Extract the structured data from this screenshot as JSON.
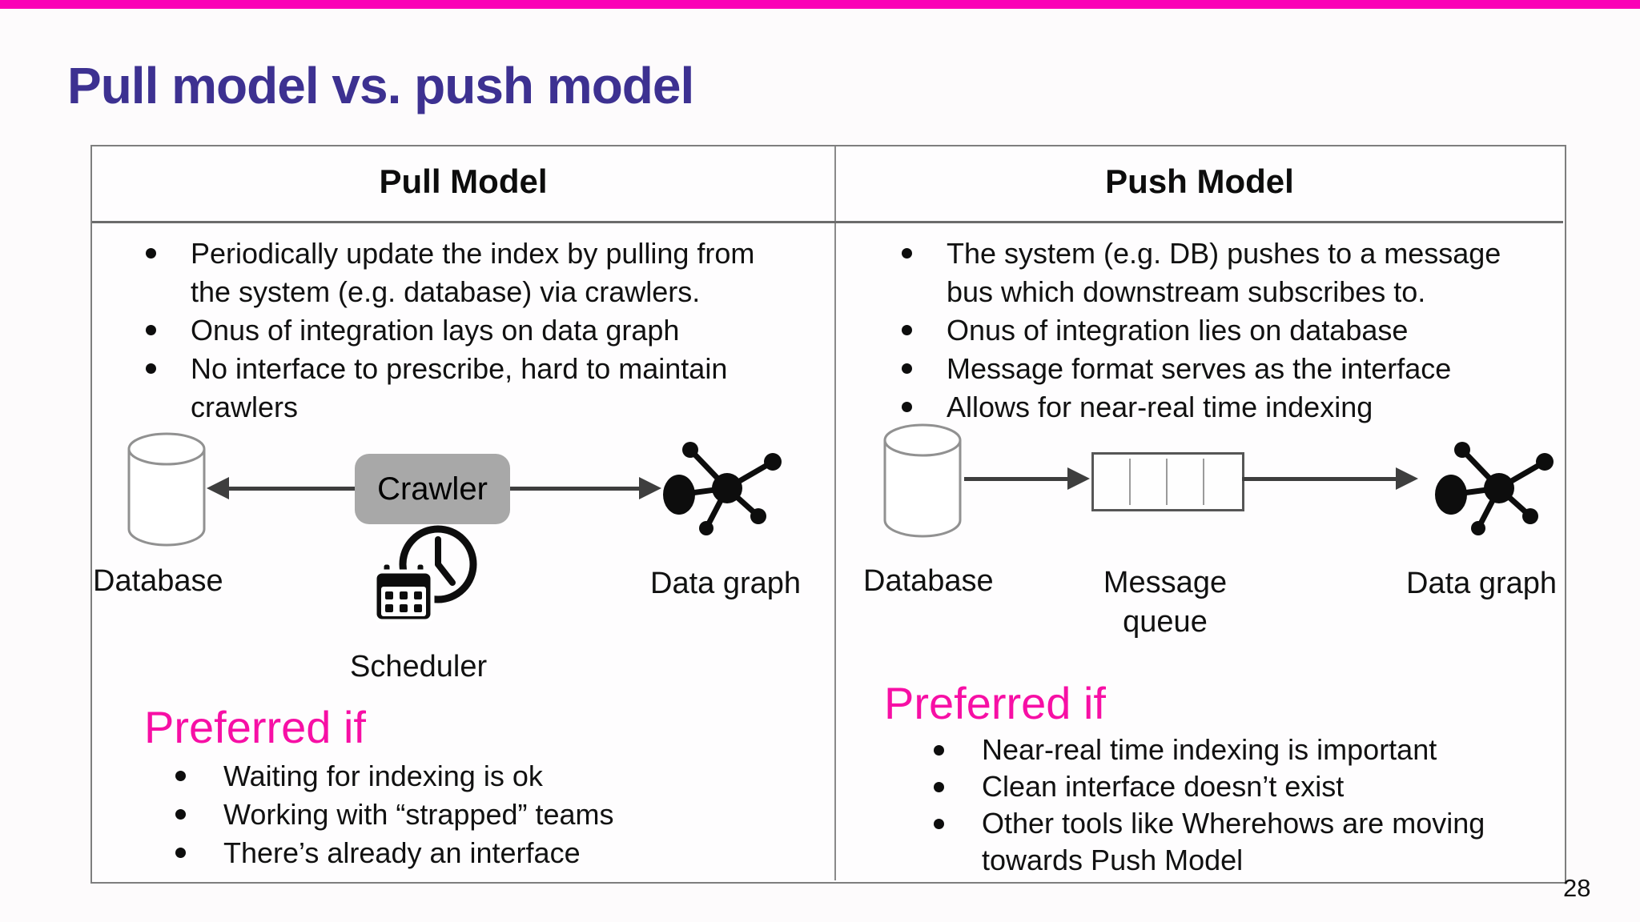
{
  "slide": {
    "title": "Pull model vs. push model",
    "page_number": "28"
  },
  "pull": {
    "header": "Pull Model",
    "bullets": [
      "Periodically update the index by pulling from\nthe system (e.g. database) via crawlers.",
      "Onus of integration lays on data graph",
      "No interface to prescribe, hard to maintain\ncrawlers"
    ],
    "diagram": {
      "database_label": "Database",
      "crawler_label": "Crawler",
      "scheduler_label": "Scheduler",
      "data_graph_label": "Data graph"
    },
    "preferred": {
      "heading": "Preferred if",
      "items": [
        "Waiting for indexing is ok",
        "Working with “strapped” teams",
        "There’s already an interface"
      ]
    }
  },
  "push": {
    "header": "Push Model",
    "bullets": [
      "The system (e.g. DB) pushes to a message\nbus which downstream subscribes to.",
      "Onus of integration lies on database",
      "Message format serves as the interface",
      "Allows for near-real time indexing"
    ],
    "diagram": {
      "database_label": "Database",
      "queue_label": "Message\nqueue",
      "data_graph_label": "Data graph"
    },
    "preferred": {
      "heading": "Preferred if",
      "items": [
        "Near-real time indexing is important",
        "Clean interface doesn’t exist",
        "Other tools like Wherehows are moving\ntowards Push Model"
      ]
    }
  },
  "colors": {
    "accent_bar": "#FA00B6",
    "title_text": "#3D3191",
    "preferred_text": "#F70FA5",
    "crawler_box": "#A8A8A8",
    "table_border": "#7E7E7E",
    "arrow": "#3E3E3E"
  }
}
